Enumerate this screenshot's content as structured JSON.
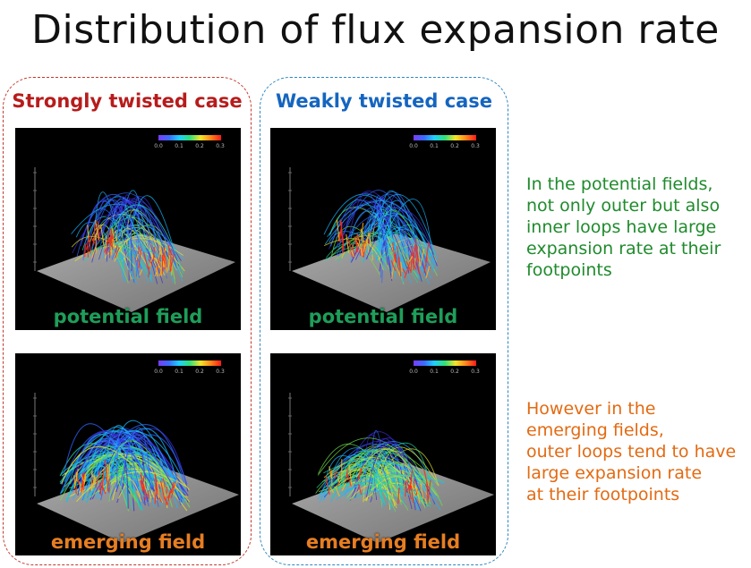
{
  "title": "Distribution of flux expansion rate",
  "columns": [
    {
      "heading": "Strongly twisted case",
      "panels": [
        {
          "label": "potential field",
          "colorbar_ticks": [
            "0.0",
            "0.1",
            "0.2",
            "0.3"
          ]
        },
        {
          "label": "emerging field",
          "colorbar_ticks": [
            "0.0",
            "0.1",
            "0.2",
            "0.3"
          ]
        }
      ]
    },
    {
      "heading": "Weakly twisted case",
      "panels": [
        {
          "label": "potential field",
          "colorbar_ticks": [
            "0.0",
            "0.1",
            "0.2",
            "0.3"
          ]
        },
        {
          "label": "emerging field",
          "colorbar_ticks": [
            "0.0",
            "0.1",
            "0.2",
            "0.3"
          ]
        }
      ]
    }
  ],
  "notes": {
    "potential": {
      "lines": [
        "In the potential fields,",
        "not only outer but also",
        "inner loops have large",
        "expansion rate at their",
        "footpoints"
      ],
      "color": "#1f8b2c"
    },
    "emerging": {
      "lines": [
        "However in the",
        "emerging fields,",
        "outer loops tend to have",
        "large expansion rate",
        "at their footpoints"
      ],
      "color": "#e36a12"
    }
  },
  "colors": {
    "strong_border": "#c0392b",
    "weak_border": "#2e86c1",
    "strong_heading": "#b71c1c",
    "weak_heading": "#1565c0",
    "label_potential": "#1e9e5a",
    "label_emerging": "#e67e22"
  }
}
